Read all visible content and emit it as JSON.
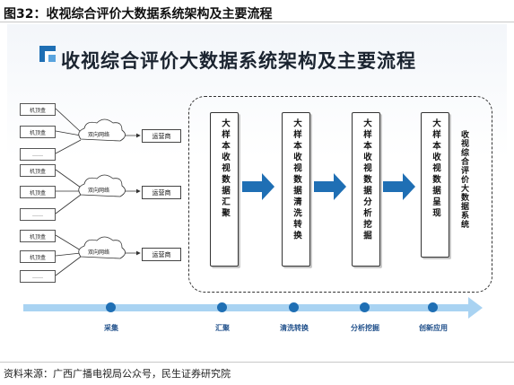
{
  "figure_title": "图32：收视综合评价大数据系统架构及主要流程",
  "diagram_title": "收视综合评价大数据系统架构及主要流程",
  "colors": {
    "accent": "#1f6fb4",
    "accent_light": "#5aa4de",
    "timeline": "#a9d3f2"
  },
  "icons": [
    "cloud-icon",
    "arrow-right-icon",
    "logo-square-icon"
  ],
  "groups": [
    {
      "devices": [
        "机顶盒",
        "机顶盒",
        "……"
      ],
      "network": "双向网络",
      "operator": "运营商"
    },
    {
      "devices": [
        "机顶盒",
        "机顶盒",
        "……"
      ],
      "network": "双向网络",
      "operator": "运营商"
    },
    {
      "devices": [
        "机顶盒",
        "机顶盒",
        "……"
      ],
      "network": "双向网络",
      "operator": "运营商"
    }
  ],
  "stages": [
    "大样本收视数据汇聚",
    "大样本收视数据清洗转换",
    "大样本收视数据分析挖掘",
    "大样本收视数据呈现"
  ],
  "side_label": "收视综合评价大数据系统",
  "timeline": [
    "采集",
    "汇聚",
    "清洗转换",
    "分析挖掘",
    "创新应用"
  ],
  "source": "资料来源：广西广播电视局公众号，民生证券研究院"
}
